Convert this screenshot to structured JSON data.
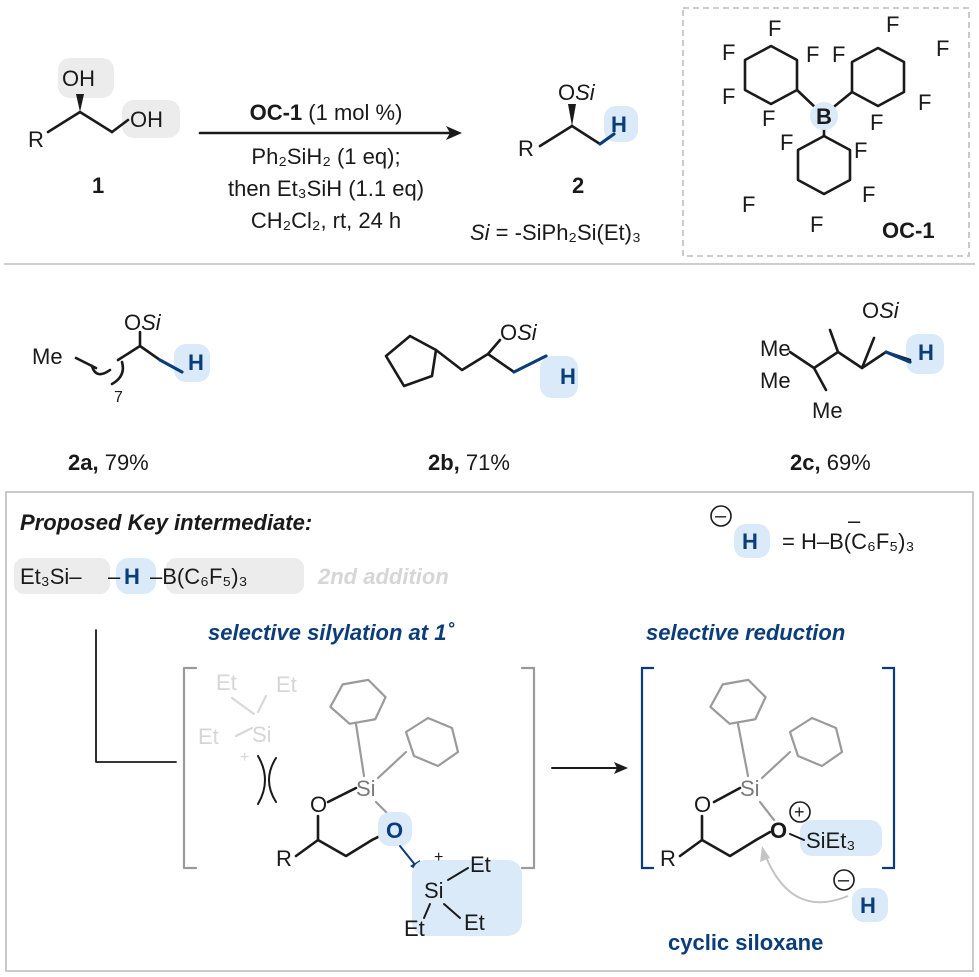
{
  "reaction": {
    "reactant_label": "1",
    "product_label": "2",
    "catalyst_label": "OC-1",
    "cond_line1_rest": " (1 mol %)",
    "cond_line2": "Ph₂SiH₂ (1 eq);",
    "cond_line3": "then Et₃SiH (1.1 eq)",
    "cond_line4": "CH₂Cl₂, rt, 24 h",
    "si_def_italic": "Si",
    "si_def_rest": " = -SiPh₂Si(Et)₃",
    "atoms": {
      "oh": "OH",
      "r": "R",
      "o": "O",
      "si": "Si",
      "h": "H",
      "f": "F",
      "b": "B"
    }
  },
  "products": [
    {
      "label": "2a,",
      "yield": " 79%",
      "me": "Me",
      "sub": "7"
    },
    {
      "label": "2b,",
      "yield": " 71%"
    },
    {
      "label": "2c,",
      "yield": " 69%",
      "me": "Me"
    }
  ],
  "mechanism": {
    "title": "Proposed Key intermediate:",
    "hydride_eq": "=  H–B(C₆F₅)₃",
    "hydride_minus": "–",
    "circle_minus": "–",
    "complex_left": "Et₃Si–",
    "complex_dash": "–",
    "complex_h": "H",
    "complex_right": "–B(C₆F₅)₃",
    "second_addition": "2nd addition",
    "silylation_label": "selective silylation at 1˚",
    "reduction_label": "selective reduction",
    "cyclic_label": "cyclic siloxane",
    "et": "Et",
    "plus": "+",
    "sieth3": "SiEt₃"
  }
}
